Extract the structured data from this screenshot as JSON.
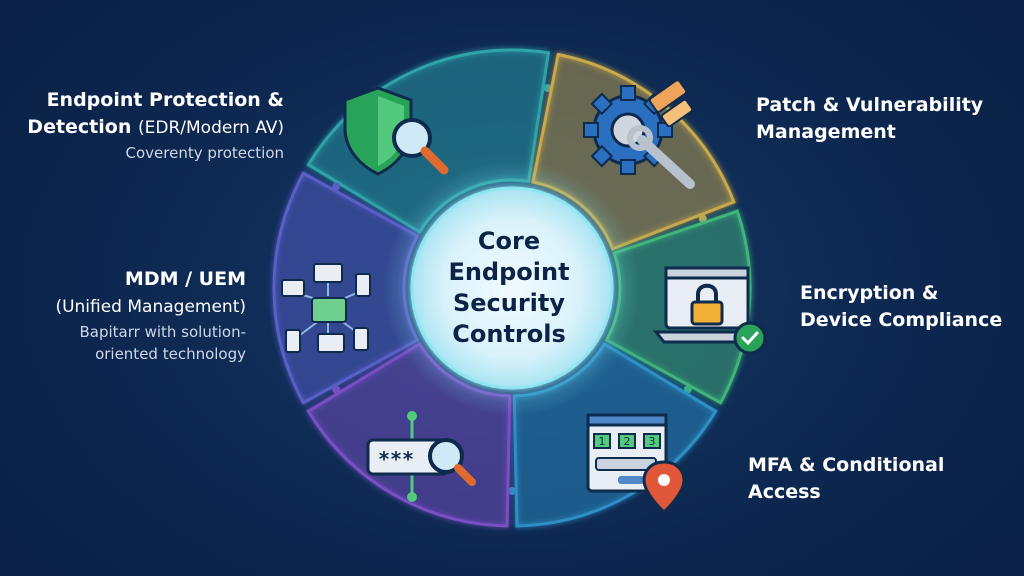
{
  "center": {
    "lines": [
      "Core",
      "Endpoint",
      "Security",
      "Controls"
    ]
  },
  "segments": [
    {
      "id": "edr",
      "title_line1": "Endpoint Protection &",
      "title_line2_main": "Detection",
      "title_line2_sub": "(EDR/Modern AV)",
      "description_lines": [
        "Coverenty protection"
      ],
      "color": "#2fa3a8",
      "icon": "shield-magnifier-icon"
    },
    {
      "id": "patch",
      "title_lines": [
        "Patch & Vulnerability",
        "Management"
      ],
      "color": "#c9a94a",
      "icon": "gear-wrench-icon"
    },
    {
      "id": "encryption",
      "title_lines": [
        "Encryption &",
        "Device Compliance"
      ],
      "color": "#3fb57a",
      "icon": "laptop-lock-icon"
    },
    {
      "id": "mfa",
      "title_lines": [
        "MFA & Conditional",
        "Access"
      ],
      "color": "#2f8fc4",
      "icon": "login-location-icon"
    },
    {
      "id": "iam",
      "title_lines": [],
      "color": "#7a4fc4",
      "icon": "password-magnifier-icon"
    },
    {
      "id": "mdm",
      "title_line1": "MDM / UEM",
      "title_line2_sub": "(Unified Management)",
      "description_lines": [
        "Bapitarr with solution-",
        "oriented technology"
      ],
      "color": "#5a5fc8",
      "icon": "device-network-icon"
    }
  ],
  "icon_text": {
    "password_mask": "***",
    "steps": [
      "1",
      "2",
      "3"
    ]
  },
  "colors": {
    "background": "#0d2750",
    "center_glow": "#7fe3f0",
    "text": "#ffffff"
  }
}
